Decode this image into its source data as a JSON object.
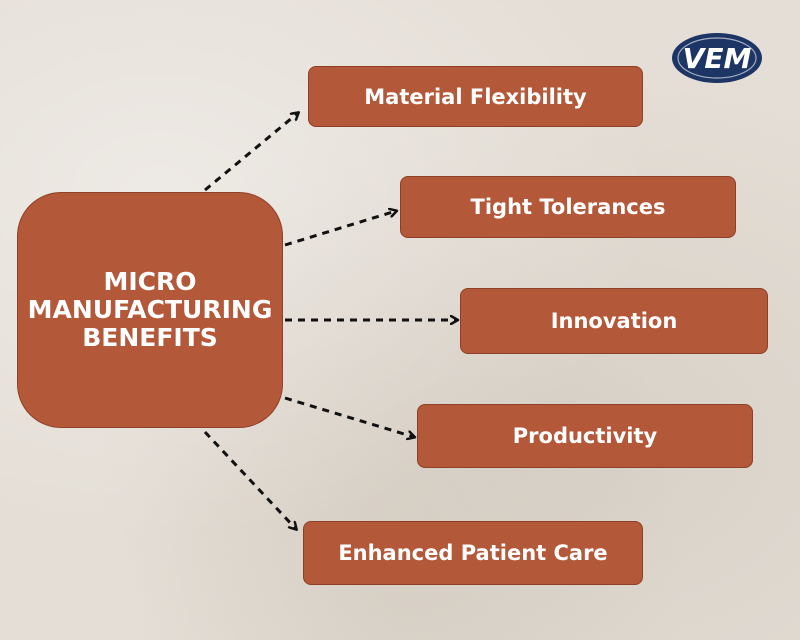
{
  "logo": {
    "text": "VEM"
  },
  "center": {
    "lines": [
      "MICRO",
      "MANUFACTURING",
      "BENEFITS"
    ]
  },
  "benefits": [
    {
      "label": "Material Flexibility"
    },
    {
      "label": "Tight Tolerances"
    },
    {
      "label": "Innovation"
    },
    {
      "label": "Productivity"
    },
    {
      "label": "Enhanced Patient Care"
    }
  ],
  "colors": {
    "box_fill": "#b4583a",
    "box_border": "#8f3f25",
    "text": "#ffffff",
    "arrow": "#111111",
    "logo_navy": "#1d3565",
    "background": "#e4ded6"
  }
}
